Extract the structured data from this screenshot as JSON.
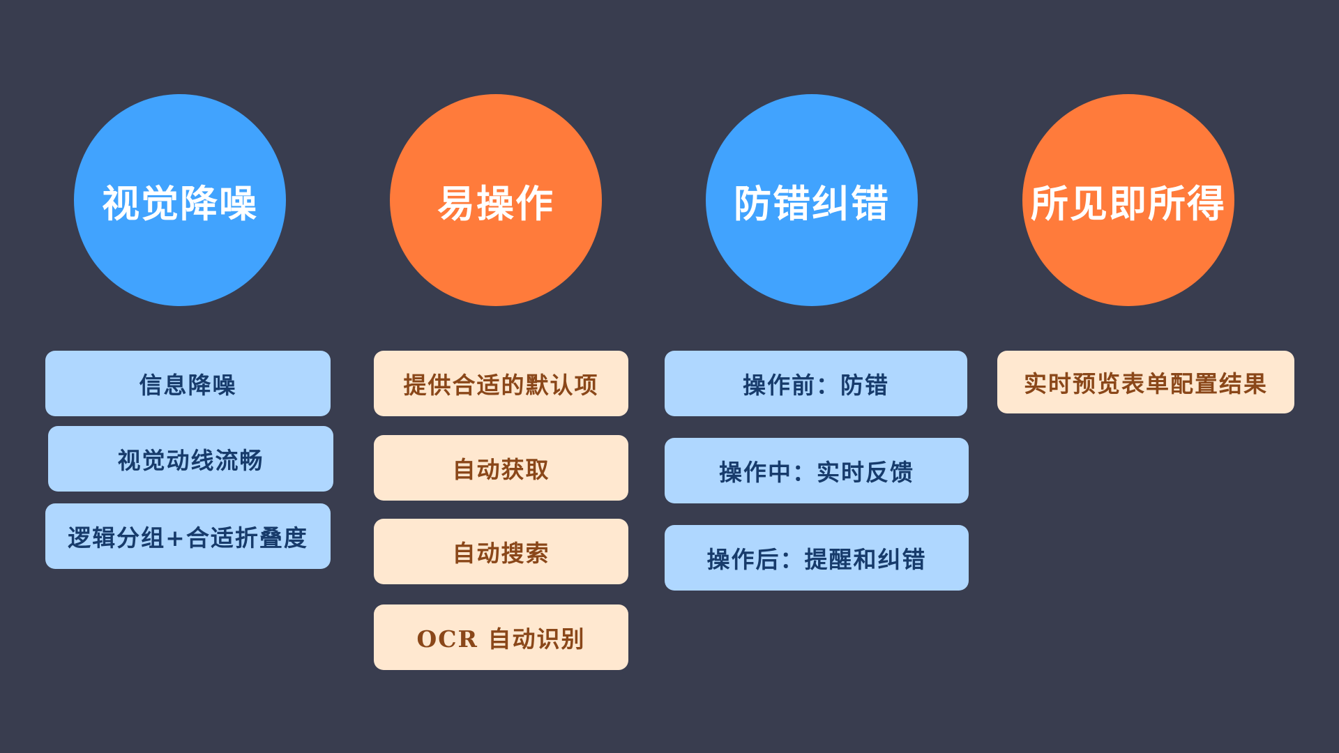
{
  "columns": [
    {
      "title": "视觉降噪",
      "items": [
        "信息降噪",
        "视觉动线流畅",
        "逻辑分组+合适折叠度"
      ]
    },
    {
      "title": "易操作",
      "items": [
        "提供合适的默认项",
        "自动获取",
        "自动搜索",
        "OCR 自动识别"
      ]
    },
    {
      "title": "防错纠错",
      "items": [
        "操作前：防错",
        "操作中：实时反馈",
        "操作后：提醒和纠错"
      ]
    },
    {
      "title": "所见即所得",
      "items": [
        "实时预览表单配置结果"
      ]
    }
  ],
  "colors": {
    "background": "#393d4f",
    "circle_blue": "#41a3fe",
    "circle_orange": "#ff7b3b",
    "card_blue": "#afd7ff",
    "card_blue_text": "#173b6b",
    "card_peach": "#ffe8d0",
    "card_peach_text": "#8a4719"
  }
}
